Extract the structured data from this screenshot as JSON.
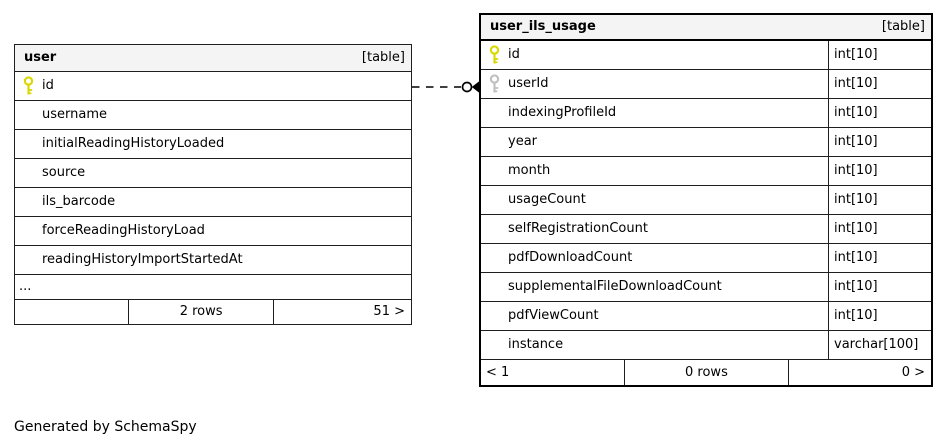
{
  "diagram": {
    "generator_note": "Generated by SchemaSpy",
    "relationship": {
      "from": "user.id",
      "to": "user_ils_usage.userId",
      "line_style": "dashed",
      "end_decoration": "open-circle-with-filled-arrowhead"
    },
    "colors": {
      "primary_key": "#d8d800",
      "foreign_key": "#c0c0c0",
      "header_bg": "#f4f4f4",
      "border": "#000000",
      "background": "#ffffff"
    },
    "icons": {
      "primary_key": "key-icon",
      "foreign_key": "key-icon"
    }
  },
  "left_table": {
    "title": "user",
    "badge": "[table]",
    "rows": [
      "id",
      "username",
      "initialReadingHistoryLoaded",
      "source",
      "ils_barcode",
      "forceReadingHistoryLoad",
      "readingHistoryImportStartedAt"
    ],
    "ellipsis": "...",
    "footer": {
      "left": "",
      "center": "2 rows",
      "right": "51 >"
    }
  },
  "right_table": {
    "title": "user_ils_usage",
    "badge": "[table]",
    "rows": [
      {
        "name": "id",
        "type": "int[10]"
      },
      {
        "name": "userId",
        "type": "int[10]"
      },
      {
        "name": "indexingProfileId",
        "type": "int[10]"
      },
      {
        "name": "year",
        "type": "int[10]"
      },
      {
        "name": "month",
        "type": "int[10]"
      },
      {
        "name": "usageCount",
        "type": "int[10]"
      },
      {
        "name": "selfRegistrationCount",
        "type": "int[10]"
      },
      {
        "name": "pdfDownloadCount",
        "type": "int[10]"
      },
      {
        "name": "supplementalFileDownloadCount",
        "type": "int[10]"
      },
      {
        "name": "pdfViewCount",
        "type": "int[10]"
      },
      {
        "name": "instance",
        "type": "varchar[100]"
      }
    ],
    "footer": {
      "left": "< 1",
      "center": "0 rows",
      "right": "0 >"
    }
  }
}
